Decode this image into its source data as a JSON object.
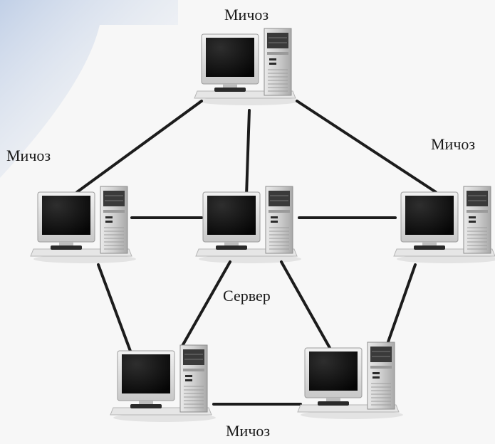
{
  "diagram": {
    "labels": {
      "top": "Мичоз",
      "left": "Мичоз",
      "right": "Мичоз",
      "server": "Сервер",
      "bottom": "Мичоз"
    },
    "nodes": [
      {
        "id": "top",
        "role": "client"
      },
      {
        "id": "left",
        "role": "client"
      },
      {
        "id": "server",
        "role": "server"
      },
      {
        "id": "right",
        "role": "client"
      },
      {
        "id": "bottom-left",
        "role": "client"
      },
      {
        "id": "bottom-right",
        "role": "client"
      }
    ],
    "connections": [
      [
        "top",
        "left"
      ],
      [
        "top",
        "server"
      ],
      [
        "top",
        "right"
      ],
      [
        "left",
        "server"
      ],
      [
        "server",
        "right"
      ],
      [
        "left",
        "bottom-left"
      ],
      [
        "server",
        "bottom-left"
      ],
      [
        "server",
        "bottom-right"
      ],
      [
        "right",
        "bottom-right"
      ],
      [
        "bottom-left",
        "bottom-right"
      ]
    ],
    "colors": {
      "cable": "#1c1c1c",
      "screen": "#0d0d0d",
      "casing": "#d9d9d9",
      "background": "#f7f7f7",
      "corner_tint": "#c9d6ea"
    }
  }
}
